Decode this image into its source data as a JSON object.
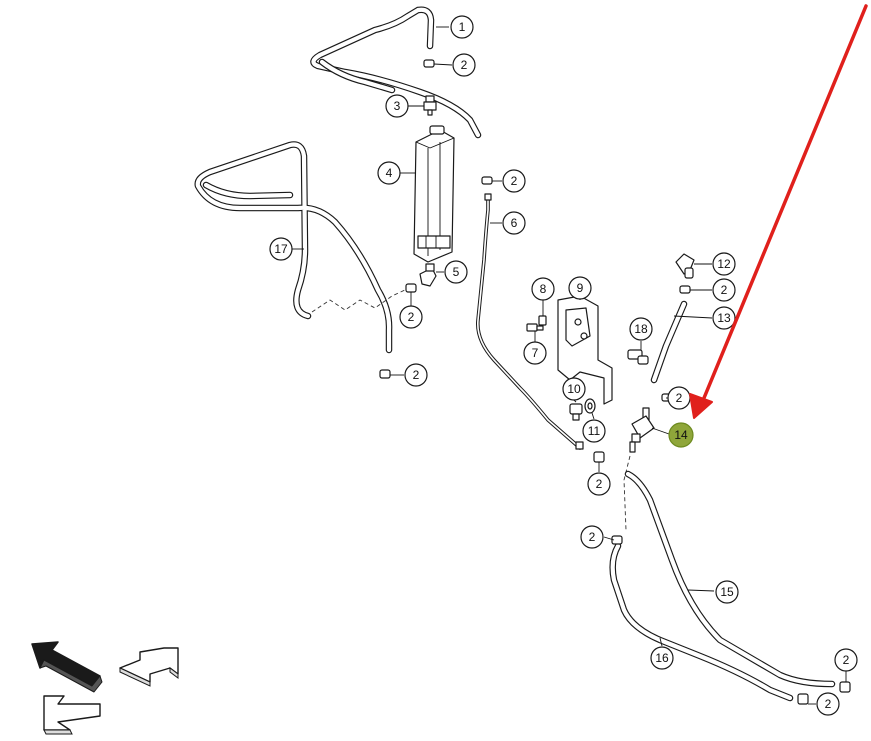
{
  "callouts": [
    {
      "id": "c1",
      "text": "1"
    },
    {
      "id": "c2a",
      "text": "2"
    },
    {
      "id": "c3",
      "text": "3"
    },
    {
      "id": "c4",
      "text": "4"
    },
    {
      "id": "c2b",
      "text": "2"
    },
    {
      "id": "c6",
      "text": "6"
    },
    {
      "id": "c17",
      "text": "17"
    },
    {
      "id": "c5",
      "text": "5"
    },
    {
      "id": "c2c",
      "text": "2"
    },
    {
      "id": "c2d",
      "text": "2"
    },
    {
      "id": "c8",
      "text": "8"
    },
    {
      "id": "c9",
      "text": "9"
    },
    {
      "id": "c7",
      "text": "7"
    },
    {
      "id": "c12",
      "text": "12"
    },
    {
      "id": "c2e",
      "text": "2"
    },
    {
      "id": "c13",
      "text": "13"
    },
    {
      "id": "c18",
      "text": "18"
    },
    {
      "id": "c10",
      "text": "10"
    },
    {
      "id": "c11",
      "text": "11"
    },
    {
      "id": "c2f",
      "text": "2"
    },
    {
      "id": "c14",
      "text": "14",
      "highlight": true
    },
    {
      "id": "c2g",
      "text": "2"
    },
    {
      "id": "c2h",
      "text": "2"
    },
    {
      "id": "c15",
      "text": "15"
    },
    {
      "id": "c16",
      "text": "16"
    },
    {
      "id": "c2i",
      "text": "2"
    },
    {
      "id": "c2j",
      "text": "2"
    }
  ],
  "colors": {
    "arrow": "#e0201c",
    "highlight_fill": "#8fa63a",
    "line": "#1a1a1a",
    "background": "#ffffff"
  },
  "orientation_arrows": [
    "forward-arrow-icon",
    "right-arrow-icon",
    "left-arrow-icon"
  ]
}
